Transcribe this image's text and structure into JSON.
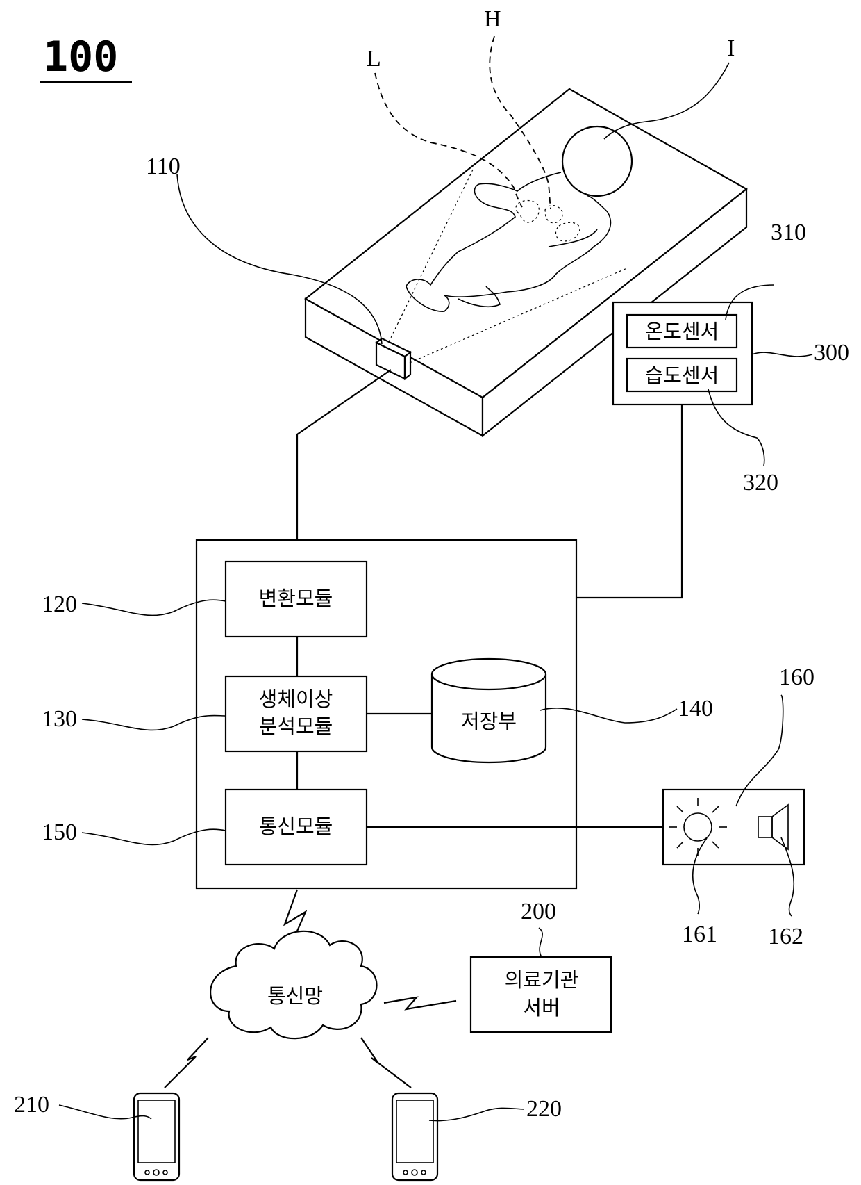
{
  "figure_label": "100",
  "letters": {
    "L": "L",
    "H": "H",
    "I": "I"
  },
  "refs": {
    "r110": "110",
    "r120": "120",
    "r130": "130",
    "r140": "140",
    "r150": "150",
    "r160": "160",
    "r161": "161",
    "r162": "162",
    "r200": "200",
    "r210": "210",
    "r220": "220",
    "r300": "300",
    "r310": "310",
    "r320": "320"
  },
  "boxes": {
    "conversion": "변환모듈",
    "bio_line1": "생체이상",
    "bio_line2": "분석모듈",
    "storage": "저장부",
    "comm": "통신모듈",
    "temp_sensor": "온도센서",
    "humidity_sensor": "습도센서",
    "network": "통신망",
    "server_line1": "의료기관",
    "server_line2": "서버"
  }
}
